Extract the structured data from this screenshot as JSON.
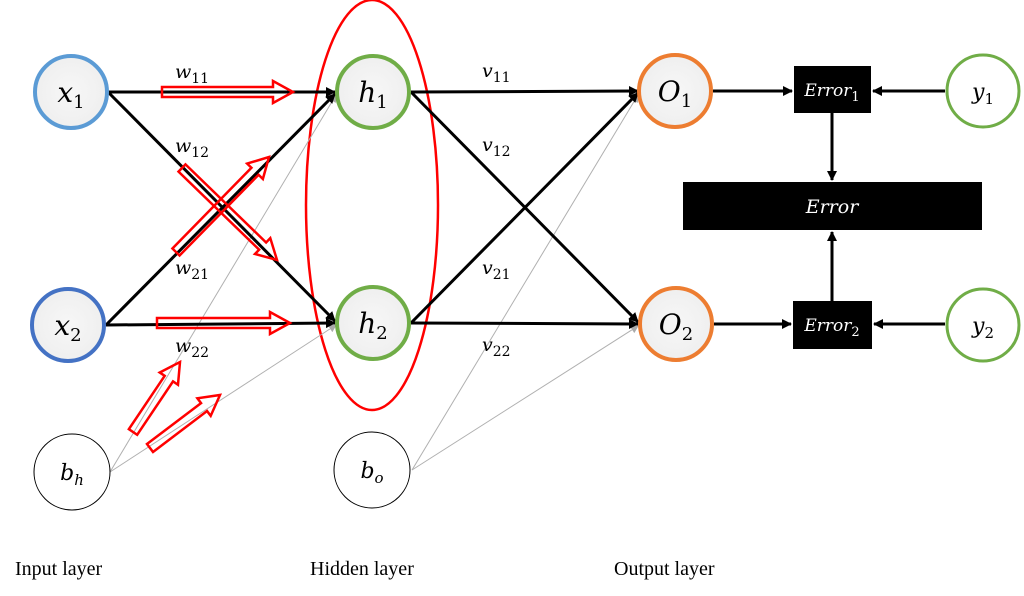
{
  "colors": {
    "input": "#5b9bd5",
    "input2": "#4472c4",
    "hidden": "#70ad47",
    "output": "#ed7d31",
    "target": "#70ad47",
    "highlight": "#ff0000"
  },
  "nodes": {
    "x1": {
      "base": "x",
      "sub": "1"
    },
    "x2": {
      "base": "x",
      "sub": "2"
    },
    "h1": {
      "base": "h",
      "sub": "1"
    },
    "h2": {
      "base": "h",
      "sub": "2"
    },
    "o1": {
      "base": "O",
      "sub": "1"
    },
    "o2": {
      "base": "O",
      "sub": "2"
    },
    "y1": {
      "base": "y",
      "sub": "1"
    },
    "y2": {
      "base": "y",
      "sub": "2"
    },
    "bh": {
      "base": "b",
      "sub": "h"
    },
    "bo": {
      "base": "b",
      "sub": "o"
    }
  },
  "weights": {
    "w11": {
      "base": "w",
      "sub": "11"
    },
    "w12": {
      "base": "w",
      "sub": "12"
    },
    "w21": {
      "base": "w",
      "sub": "21"
    },
    "w22": {
      "base": "w",
      "sub": "22"
    },
    "v11": {
      "base": "v",
      "sub": "11"
    },
    "v12": {
      "base": "v",
      "sub": "12"
    },
    "v21": {
      "base": "v",
      "sub": "21"
    },
    "v22": {
      "base": "v",
      "sub": "22"
    }
  },
  "errors": {
    "e1": {
      "base": "Error",
      "sub": "1"
    },
    "e2": {
      "base": "Error",
      "sub": "2"
    },
    "total": "Error"
  },
  "layers": {
    "input": "Input layer",
    "hidden": "Hidden layer",
    "output": "Output layer"
  }
}
